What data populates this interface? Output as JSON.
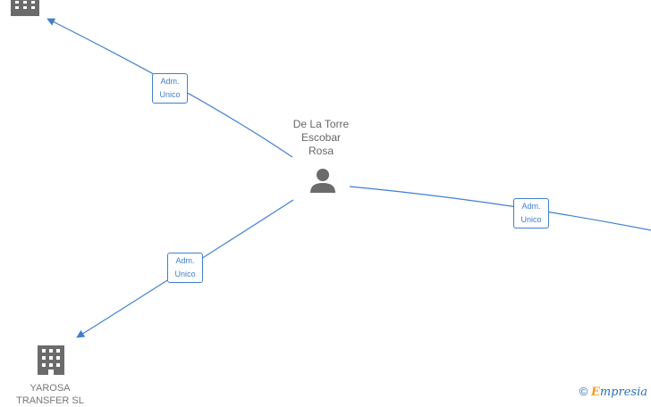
{
  "person": {
    "name_lines": [
      "De La Torre",
      "Escobar",
      "Rosa"
    ],
    "icon": "person-icon"
  },
  "companies": [
    {
      "name_lines": [],
      "icon": "building-icon"
    },
    {
      "name_lines": [
        "YAROSA",
        "TRANSFER SL"
      ],
      "icon": "building-icon"
    }
  ],
  "relations": [
    {
      "line1": "Adm.",
      "line2": "Unico"
    },
    {
      "line1": "Adm.",
      "line2": "Unico"
    },
    {
      "line1": "Adm.",
      "line2": "Unico"
    }
  ],
  "watermark": {
    "symbol": "©",
    "brand_initial": "E",
    "brand_rest": "mpresia"
  },
  "colors": {
    "edge": "#3f7fcf",
    "icon": "#6b6b6b",
    "text": "#666666"
  }
}
